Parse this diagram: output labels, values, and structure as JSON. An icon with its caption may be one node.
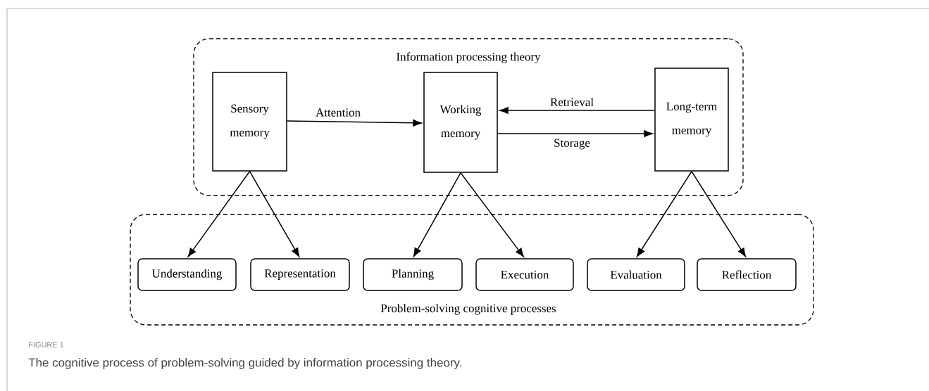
{
  "diagram": {
    "caption": "The cognitive process of problem-solving guided by information processing theory.",
    "nodes": [
      {
        "text": [
          "Information processing theory"
        ]
      },
      {
        "text": [
          "Sensory memory"
        ],
        "in": 0
      },
      {
        "text": [
          "Working memory"
        ],
        "in": 0
      },
      {
        "text": [
          "Long-term memory"
        ],
        "in": 0
      },
      {
        "text": [
          "Problem-solving cognitive processes"
        ]
      },
      {
        "text": [
          "Understanding"
        ],
        "in": 4
      },
      {
        "text": [
          "Representation"
        ],
        "in": 4
      },
      {
        "text": [
          "Planning"
        ],
        "in": 4
      },
      {
        "text": [
          "Execution"
        ],
        "in": 4
      },
      {
        "text": [
          "Evaluation"
        ],
        "in": 4
      },
      {
        "text": [
          "Reflection"
        ],
        "in": 4
      }
    ],
    "edges": [
      {
        "from": 1,
        "to": 2,
        "arrow": "to",
        "label": "Attention"
      },
      {
        "from": 3,
        "to": 2,
        "arrow": "to",
        "label": "Retrieval"
      },
      {
        "from": 2,
        "to": 3,
        "arrow": "to",
        "label": "Storage"
      },
      {
        "from": 1,
        "to": 5,
        "arrow": "to"
      },
      {
        "from": 1,
        "to": 6,
        "arrow": "to"
      },
      {
        "from": 2,
        "to": 7,
        "arrow": "to"
      },
      {
        "from": 2,
        "to": 8,
        "arrow": "to"
      },
      {
        "from": 3,
        "to": 9,
        "arrow": "to"
      },
      {
        "from": 3,
        "to": 10,
        "arrow": "to"
      }
    ],
    "labels": [
      "FIGURE 1"
    ]
  }
}
